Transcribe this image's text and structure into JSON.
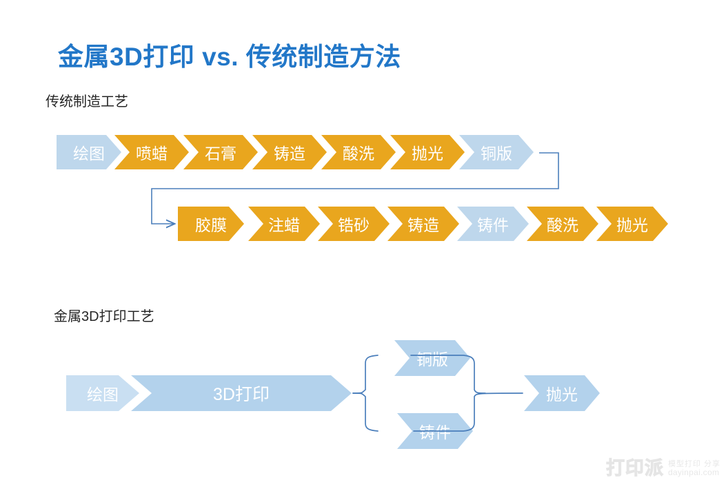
{
  "page": {
    "title": "金属3D打印 vs. 传统制造方法",
    "background": "#FFFFFF",
    "title_color": "#2277C8"
  },
  "colors": {
    "orange": "#E9A61E",
    "light_blue": "#BED7EC",
    "light_blue_alt": "#B3D2EC",
    "pale_blue": "#C9DFF2",
    "connector_line": "#4A7EBB",
    "title_blue": "#2277C8",
    "label_text": "#262626",
    "chevron_text": "#FFFFFF"
  },
  "sections": [
    {
      "id": "traditional",
      "heading": "传统制造工艺",
      "rows": [
        {
          "id": "traditional-row-1",
          "steps": [
            {
              "label": "绘图",
              "color": "light_blue",
              "shape": "start"
            },
            {
              "label": "喷蜡",
              "color": "orange",
              "shape": "chevron"
            },
            {
              "label": "石膏",
              "color": "orange",
              "shape": "chevron"
            },
            {
              "label": "铸造",
              "color": "orange",
              "shape": "chevron"
            },
            {
              "label": "酸洗",
              "color": "orange",
              "shape": "chevron"
            },
            {
              "label": "抛光",
              "color": "orange",
              "shape": "chevron"
            },
            {
              "label": "铜版",
              "color": "light_blue",
              "shape": "chevron"
            }
          ]
        },
        {
          "id": "traditional-row-2",
          "steps": [
            {
              "label": "胶膜",
              "color": "orange",
              "shape": "start"
            },
            {
              "label": "注蜡",
              "color": "orange",
              "shape": "chevron"
            },
            {
              "label": "锆砂",
              "color": "orange",
              "shape": "chevron"
            },
            {
              "label": "铸造",
              "color": "orange",
              "shape": "chevron"
            },
            {
              "label": "铸件",
              "color": "light_blue",
              "shape": "chevron"
            },
            {
              "label": "酸洗",
              "color": "orange",
              "shape": "chevron"
            },
            {
              "label": "抛光",
              "color": "orange",
              "shape": "chevron"
            }
          ]
        }
      ],
      "connector": "elbow-arrow-row1-to-row2"
    },
    {
      "id": "metal-3d-printing",
      "heading": "金属3D打印工艺",
      "flow": {
        "start_steps": [
          {
            "label": "绘图",
            "color": "pale_blue",
            "shape": "start"
          },
          {
            "label": "3D打印",
            "color": "light_blue_alt",
            "shape": "chevron"
          }
        ],
        "branch_steps": [
          {
            "label": "铜版",
            "color": "light_blue_alt",
            "shape": "chevron",
            "position": "top"
          },
          {
            "label": "铸件",
            "color": "light_blue_alt",
            "shape": "chevron",
            "position": "bottom"
          }
        ],
        "merge_step": {
          "label": "抛光",
          "color": "light_blue_alt",
          "shape": "chevron"
        },
        "connectors": [
          "left-brace-split",
          "right-brace-merge"
        ]
      }
    }
  ],
  "watermark": {
    "logo": "打印派",
    "tagline": "模型打印 分享",
    "url": "dayinpai.com"
  }
}
